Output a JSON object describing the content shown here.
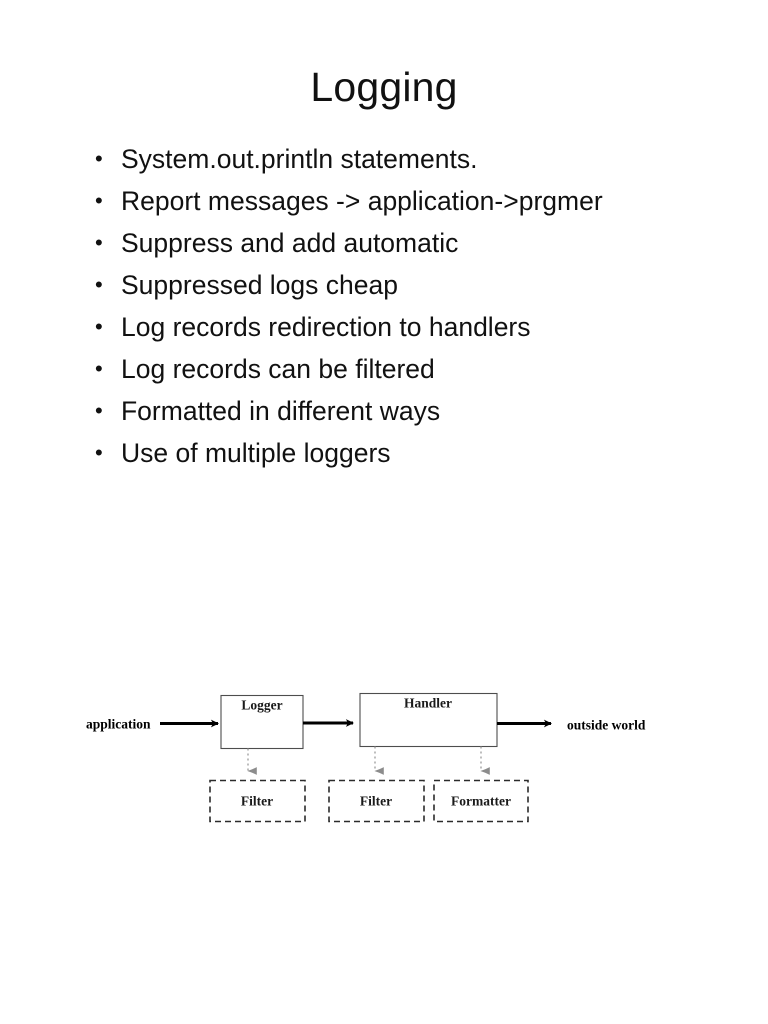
{
  "slide": {
    "title": "Logging",
    "bullet_glyph": "•",
    "bullets": [
      "System.out.println statements.",
      "Report messages -> application->prgmer",
      "Suppress and add automatic",
      "Suppressed logs cheap",
      "Log records redirection to handlers",
      "Log records can be filtered",
      "Formatted in different ways",
      "Use of multiple loggers"
    ]
  },
  "diagram": {
    "labels": {
      "application": "application",
      "outside_world": "outside world"
    },
    "solid_boxes": [
      {
        "name": "logger",
        "label": "Logger"
      },
      {
        "name": "handler",
        "label": "Handler"
      }
    ],
    "dashed_boxes": [
      {
        "name": "logger-filter",
        "label": "Filter"
      },
      {
        "name": "handler-filter",
        "label": "Filter"
      },
      {
        "name": "handler-formatter",
        "label": "Formatter"
      }
    ],
    "colors": {
      "background": "#ffffff",
      "text": "#000000",
      "solid_box_border": "#4d4d4d",
      "dashed_box_border": "#2b2b2b",
      "solid_arrow": "#000000",
      "dotted_connector": "#9a9a9a"
    }
  }
}
